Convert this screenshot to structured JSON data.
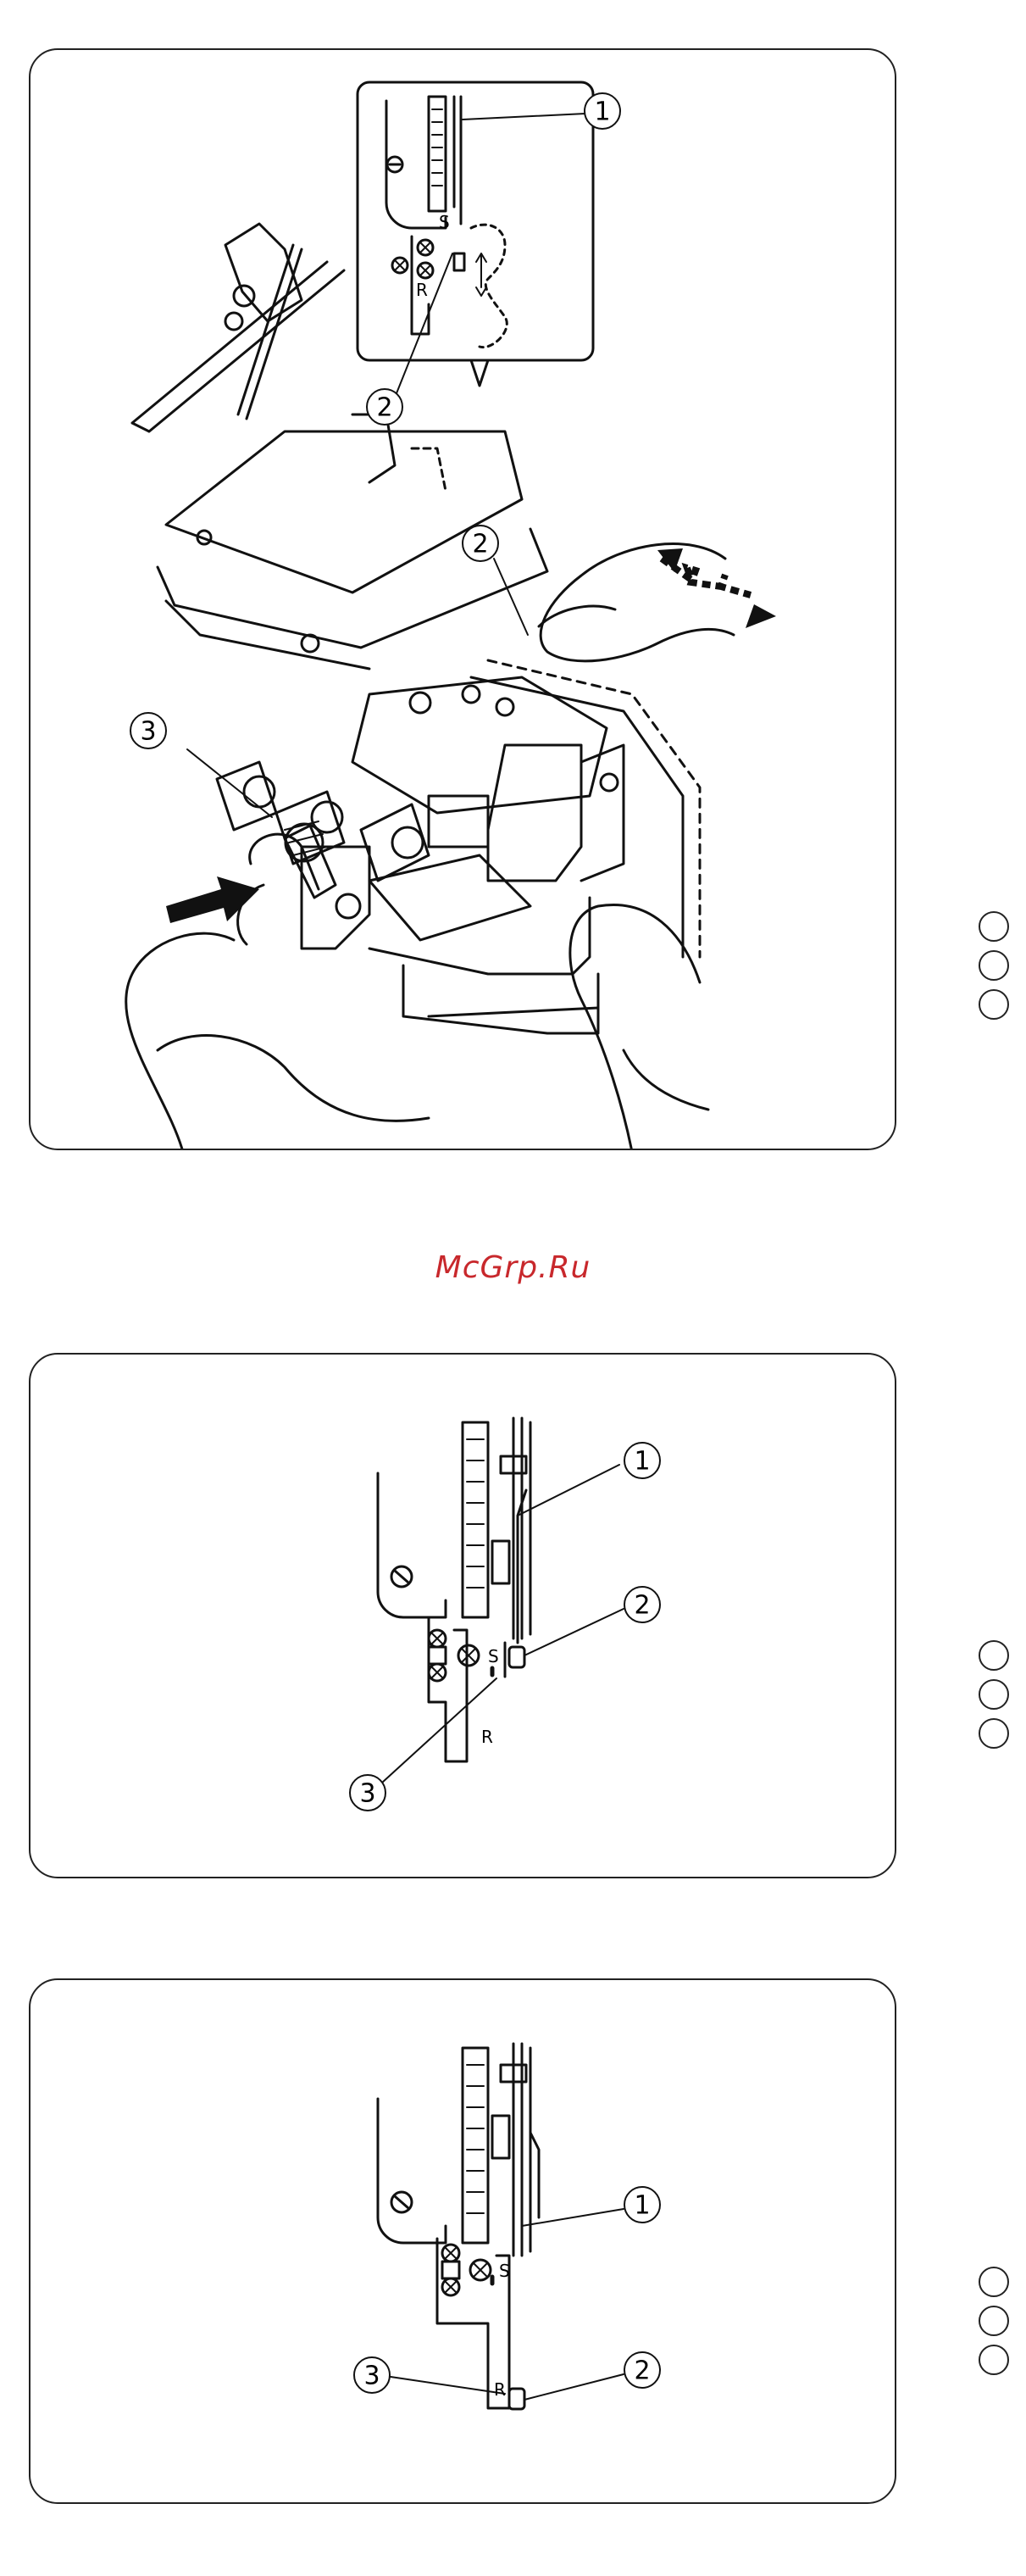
{
  "watermark": "McGrp.Ru",
  "figure1": {
    "callouts": [
      "1",
      "2",
      "2",
      "3"
    ],
    "letters": [
      "S",
      "R"
    ]
  },
  "figure2": {
    "callouts": [
      "1",
      "2",
      "3"
    ],
    "letters": [
      "S",
      "R"
    ]
  },
  "figure3": {
    "callouts": [
      "1",
      "2",
      "3"
    ],
    "letters": [
      "S",
      "R"
    ]
  },
  "icons": {
    "arrow": "arrow-icon",
    "double_arrow": "double-arrow-icon",
    "screw": "screw-icon"
  },
  "colors": {
    "watermark": "#c8282c",
    "line": "#222222"
  }
}
